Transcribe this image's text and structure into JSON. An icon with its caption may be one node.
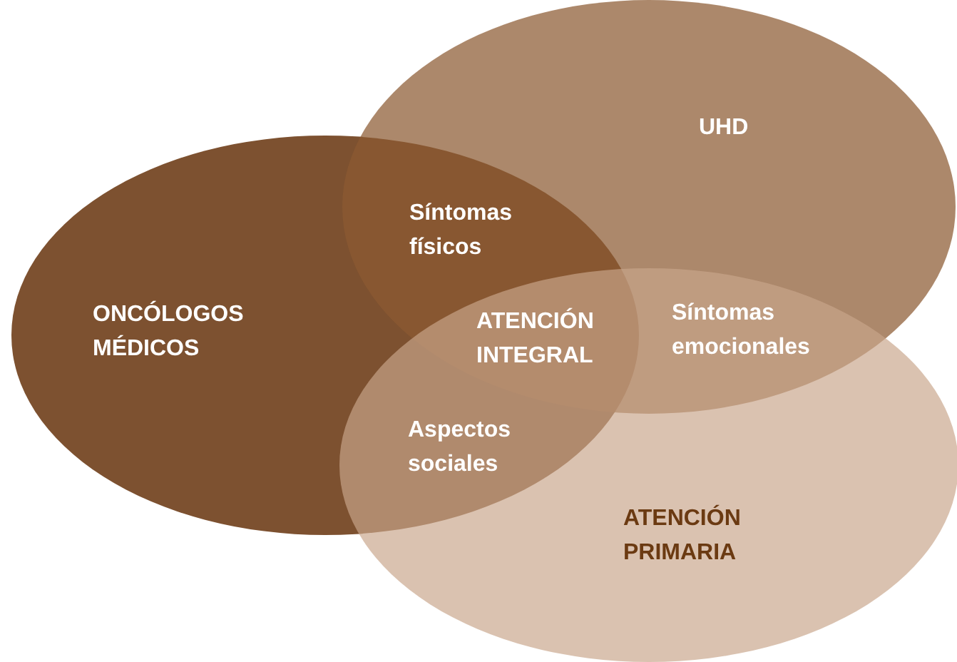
{
  "diagram": {
    "nodes": [
      {
        "text": [
          "ONCÓLOGOS MÉDICOS"
        ]
      },
      {
        "text": [
          "UHD"
        ]
      },
      {
        "text": [
          "ATENCIÓN PRIMARIA"
        ]
      }
    ],
    "labels": [
      "Síntomas físicos",
      "ATENCIÓN INTEGRAL",
      "Síntomas emocionales",
      "Aspectos sociales"
    ]
  }
}
